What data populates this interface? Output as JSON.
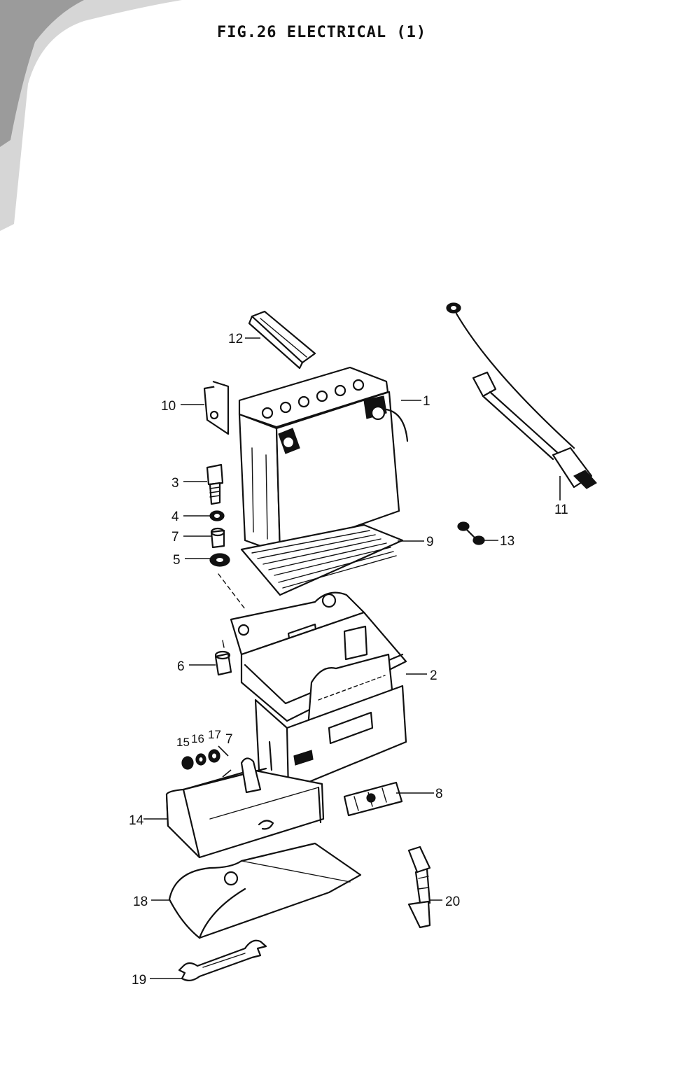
{
  "figure": {
    "title": "FIG.26  ELECTRICAL (1)"
  },
  "callouts": {
    "c1": "1",
    "c2": "2",
    "c3": "3",
    "c4": "4",
    "c5": "5",
    "c6": "6",
    "c7a": "7",
    "c7b": "7",
    "c8": "8",
    "c9": "9",
    "c10": "10",
    "c11": "11",
    "c12": "12",
    "c13": "13",
    "c14": "14",
    "c15": "15",
    "c16": "16",
    "c17": "17",
    "c18": "18",
    "c19": "19",
    "c20": "20"
  },
  "colors": {
    "ink": "#111111",
    "paper": "#ffffff"
  }
}
